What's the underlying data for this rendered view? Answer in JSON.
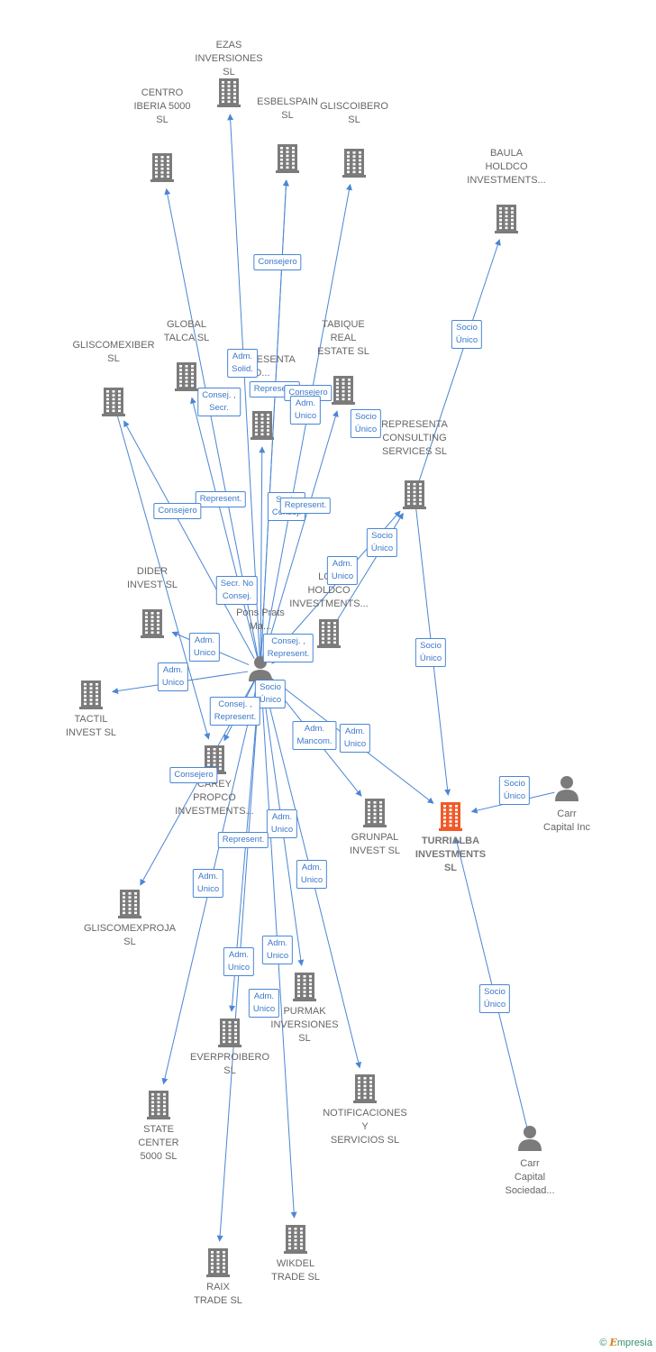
{
  "colors": {
    "edge": "#4a86d4",
    "company": "#7b7b7b",
    "highlight": "#f05a28",
    "person": "#7b7b7b"
  },
  "nodes": [
    {
      "id": "ezas",
      "label": "EZAS\nINVERSIONES\nSL",
      "icon": "building-icon"
    },
    {
      "id": "centro",
      "label": "CENTRO\nIBERIA 5000\nSL",
      "icon": "building-icon"
    },
    {
      "id": "esbel",
      "label": "ESBELSPAIN\nSL",
      "icon": "building-icon"
    },
    {
      "id": "glisco",
      "label": "GLISCOIBERO\nSL",
      "icon": "building-icon"
    },
    {
      "id": "baula",
      "label": "BAULA\nHOLDCO\nINVESTMENTS...",
      "icon": "building-icon"
    },
    {
      "id": "global",
      "label": "GLOBAL\nTALCA  SL",
      "icon": "building-icon"
    },
    {
      "id": "tabique",
      "label": "TABIQUE\nREAL\nESTATE  SL",
      "icon": "building-icon"
    },
    {
      "id": "gmex",
      "label": "GLISCOMEXIBER\nSL",
      "icon": "building-icon"
    },
    {
      "id": "repd",
      "label": "REPRESENTA\nD...",
      "icon": "building-icon"
    },
    {
      "id": "repcons",
      "label": "REPRESENTA\nCONSULTING\nSERVICES  SL",
      "icon": "building-icon"
    },
    {
      "id": "dider",
      "label": "DIDER\nINVEST  SL",
      "icon": "building-icon"
    },
    {
      "id": "lo",
      "label": "LO...\nHOLDCO\nINVESTMENTS...",
      "icon": "building-icon"
    },
    {
      "id": "pons",
      "label": "Pons Prats\nMa...",
      "icon": "person-icon"
    },
    {
      "id": "tactil",
      "label": "TACTIL\nINVEST  SL",
      "icon": "building-icon"
    },
    {
      "id": "carey",
      "label": "CAREY\nPROPCO\nINVESTMENTS...",
      "icon": "building-icon"
    },
    {
      "id": "grunpal",
      "label": "GRUNPAL\nINVEST  SL",
      "icon": "building-icon"
    },
    {
      "id": "turri",
      "label": "TURRIALBA\nINVESTMENTS\nSL",
      "icon": "building-icon",
      "highlight": true
    },
    {
      "id": "carrinc",
      "label": "Carr\nCapital Inc",
      "icon": "person-icon"
    },
    {
      "id": "gproja",
      "label": "GLISCOMEXPROJA\nSL",
      "icon": "building-icon"
    },
    {
      "id": "purmak",
      "label": "PURMAK\nINVERSIONES\nSL",
      "icon": "building-icon"
    },
    {
      "id": "ever",
      "label": "EVERPROIBERO\nSL",
      "icon": "building-icon"
    },
    {
      "id": "state",
      "label": "STATE\nCENTER\n5000  SL",
      "icon": "building-icon"
    },
    {
      "id": "notif",
      "label": "NOTIFICACIONES\nY\nSERVICIOS  SL",
      "icon": "building-icon"
    },
    {
      "id": "carrsoc",
      "label": "Carr\nCapital\nSociedad...",
      "icon": "person-icon"
    },
    {
      "id": "raix",
      "label": "RAIX\nTRADE  SL",
      "icon": "building-icon"
    },
    {
      "id": "wikdel",
      "label": "WIKDEL\nTRADE  SL",
      "icon": "building-icon"
    }
  ],
  "edge_labels": [
    "Consejero",
    "Adm.\nSolid.",
    "Represent.",
    "Consejero",
    "Consej. ,\nSecr.",
    "Adm.\nUnico",
    "Socio\nÚnico",
    "Socio\nÚnico",
    "Represent.",
    "Consejero",
    "Socio\nConsej.",
    "Represent.",
    "Socio\nÚnico",
    "Adm.\nUnico",
    "Secr.  No\nConsej.",
    "Adm.\nUnico",
    "Adm.\nUnico",
    "Consej. ,\nRepresent.",
    "Socio\nÚnico",
    "Socio\nÚnico",
    "Consej. ,\nRepresent.",
    "Adm.\nMancom.",
    "Adm.\nUnico",
    "Consejero",
    "Socio\nÚnico",
    "Adm.\nUnico",
    "Represent.",
    "Adm.\nUnico",
    "Adm.\nUnico",
    "Adm.\nUnico",
    "Adm.\nUnico",
    "Adm.\nUnico",
    "Socio\nÚnico"
  ],
  "footer": {
    "copyright": "©",
    "brand_initial": "E",
    "brand_rest": "mpresia"
  }
}
